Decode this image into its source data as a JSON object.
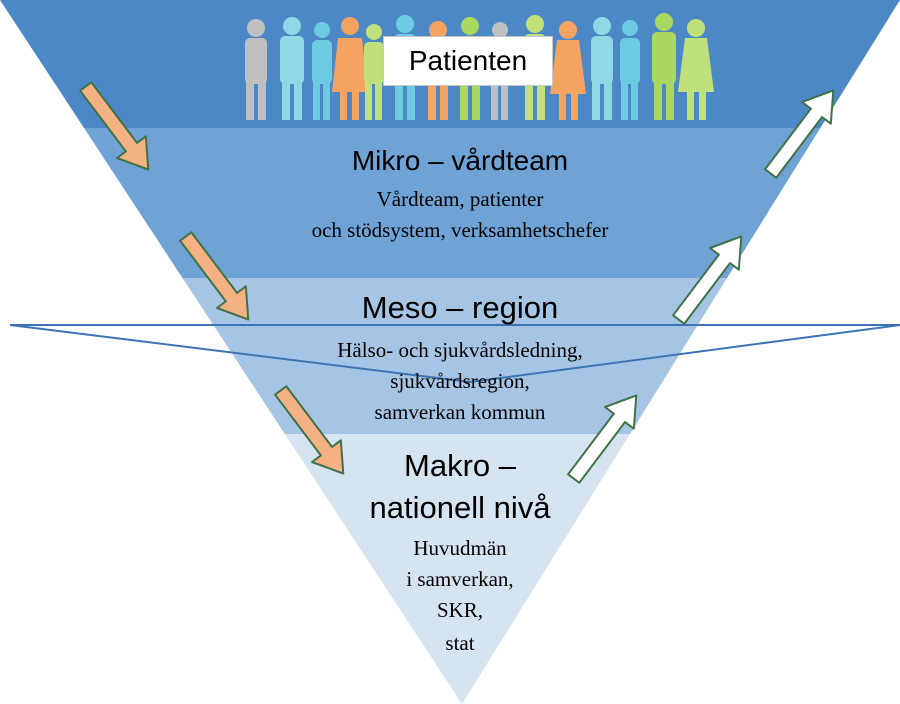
{
  "patient": {
    "label": "Patienten"
  },
  "levels": {
    "mikro": {
      "title": "Mikro – vårdteam",
      "lines": [
        "Vårdteam, patienter",
        "och stödsystem, verksamhetschefer"
      ]
    },
    "meso": {
      "title": "Meso – region",
      "lines": [
        "Hälso- och sjukvårdsledning,",
        "sjukvårdsregion,",
        "samverkan kommun"
      ]
    },
    "makro": {
      "title_lines": [
        "Makro –",
        "nationell nivå"
      ],
      "lines": [
        "Huvudmän",
        "i samverkan,",
        "SKR,",
        "stat"
      ]
    }
  },
  "colors": {
    "band_top": "#4b88c5",
    "band_mikro": "#6fa3d6",
    "band_meso": "#a6c4e3",
    "band_makro": "#d6e4f2",
    "down_arrow": "#f4b183",
    "up_arrow": "#ffffff",
    "arrow_outline": "#3f7247",
    "cross_lines": "#3b73b5"
  },
  "icons": {
    "people": "people-silhouettes-icon",
    "down_arrow": "arrow-down-right-icon",
    "up_arrow": "arrow-up-right-icon"
  }
}
